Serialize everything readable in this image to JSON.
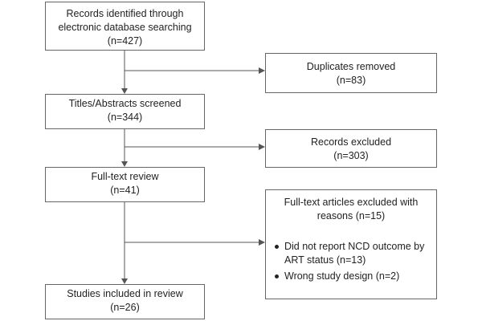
{
  "flowchart": {
    "identified": {
      "line1": "Records identified through",
      "line2": "electronic database searching",
      "count": "(n=427)"
    },
    "duplicates": {
      "label": "Duplicates removed",
      "count": "(n=83)"
    },
    "screened": {
      "label": "Titles/Abstracts screened",
      "count": "(n=344)"
    },
    "records_excluded": {
      "label": "Records excluded",
      "count": "(n=303)"
    },
    "fulltext_review": {
      "label": "Full-text review",
      "count": "(n=41)"
    },
    "fulltext_excluded": {
      "line1": "Full-text articles excluded with",
      "line2": "reasons (n=15)",
      "reasons": [
        "Did not report NCD outcome by ART status (n=13)",
        "Wrong study design (n=2)"
      ]
    },
    "included": {
      "label": "Studies included in review",
      "count": "(n=26)"
    }
  }
}
